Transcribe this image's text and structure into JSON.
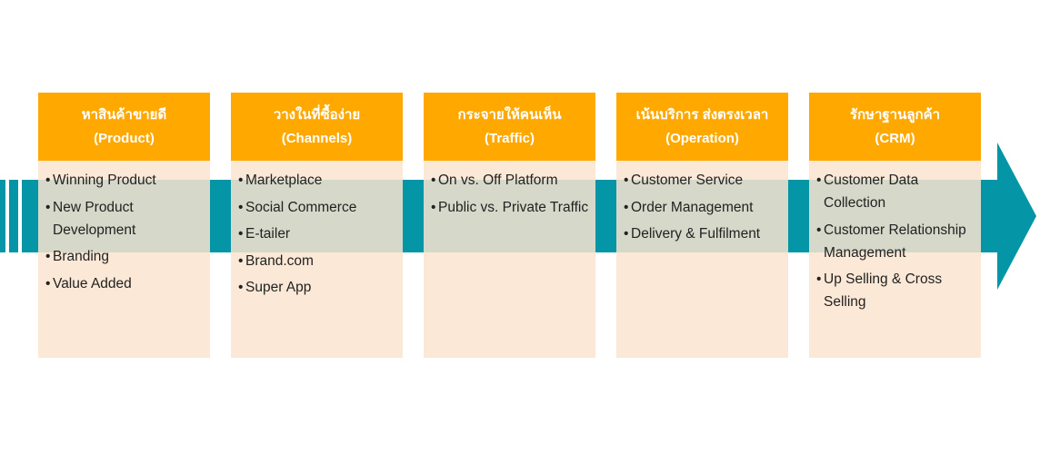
{
  "colors": {
    "header": "#FFA800",
    "body": "#FCE4D0",
    "arrow": "#0495A6"
  },
  "cards": [
    {
      "title": "หาสินค้าขายดี",
      "subtitle": "(Product)",
      "items": [
        "Winning Product",
        "New Product Development",
        "Branding",
        "Value Added"
      ]
    },
    {
      "title": "วางในที่ซื้อง่าย",
      "subtitle": "(Channels)",
      "items": [
        "Marketplace",
        "Social Commerce",
        "E-tailer",
        "Brand.com",
        "Super App"
      ]
    },
    {
      "title": "กระจายให้คนเห็น",
      "subtitle": "(Traffic)",
      "items": [
        "On vs. Off Platform",
        "Public vs. Private Traffic"
      ]
    },
    {
      "title": "เน้นบริการ ส่งตรงเวลา",
      "subtitle": "(Operation)",
      "items": [
        "Customer Service",
        "Order Management",
        "Delivery & Fulfilment"
      ]
    },
    {
      "title": "รักษาฐานลูกค้า",
      "subtitle": "(CRM)",
      "items": [
        "Customer Data Collection",
        "Customer Relationship Management",
        "Up Selling & Cross Selling"
      ]
    }
  ]
}
